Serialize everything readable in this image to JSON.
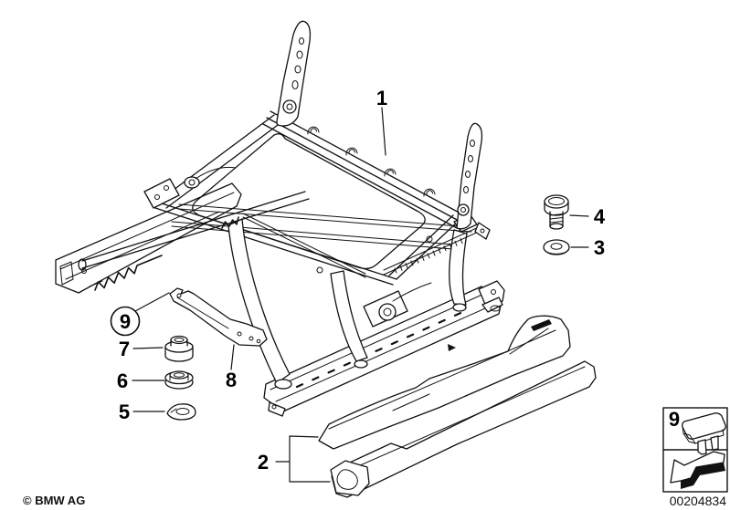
{
  "callouts": {
    "item1": {
      "label": "1"
    },
    "item2": {
      "label": "2"
    },
    "item3": {
      "label": "3"
    },
    "item4": {
      "label": "4"
    },
    "item5": {
      "label": "5"
    },
    "item6": {
      "label": "6"
    },
    "item7": {
      "label": "7"
    },
    "item8": {
      "label": "8"
    },
    "item9": {
      "label": "9"
    }
  },
  "legend": {
    "item_number": "9",
    "thumbnail_icon": "seat-cap-part-icon",
    "arrow_icon": "direction-arrow-3d-icon"
  },
  "footer": {
    "copyright": "© BMW AG",
    "diagram_number": "00204834"
  }
}
